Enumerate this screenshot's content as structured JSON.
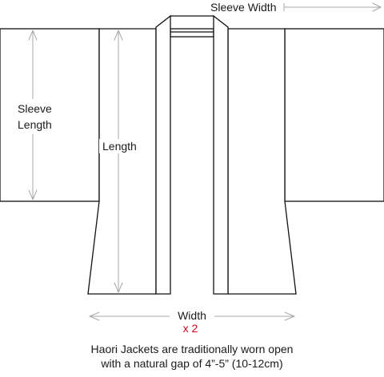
{
  "diagram": {
    "labels": {
      "sleeve_width": "Sleeve Width",
      "sleeve_length_line1": "Sleeve",
      "sleeve_length_line2": "Length",
      "length": "Length",
      "width": "Width",
      "width_multiplier": "x 2"
    },
    "note": {
      "line1": "Haori Jackets are traditionally worn open",
      "line2": "with a natural gap of 4”-5” (10-12cm)"
    },
    "colors": {
      "outline": "#111111",
      "dimension_line": "#a8a8a8",
      "multiplier": "#d0021b"
    }
  }
}
